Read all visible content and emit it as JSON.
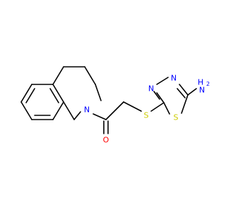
{
  "molecule": {
    "atom_labels": {
      "n_ring": "N",
      "o_carbonyl": "O",
      "s_thioether": "S",
      "n_thiadiazole_1": "N",
      "n_thiadiazole_2": "N",
      "s_thiadiazole": "S",
      "nh2_h": "H",
      "nh2_n": "N",
      "nh2_sub": "2"
    },
    "colors": {
      "bond": "#000000",
      "nitrogen": "#0000FF",
      "oxygen": "#FF0000",
      "sulfur": "#CCCC00"
    }
  }
}
